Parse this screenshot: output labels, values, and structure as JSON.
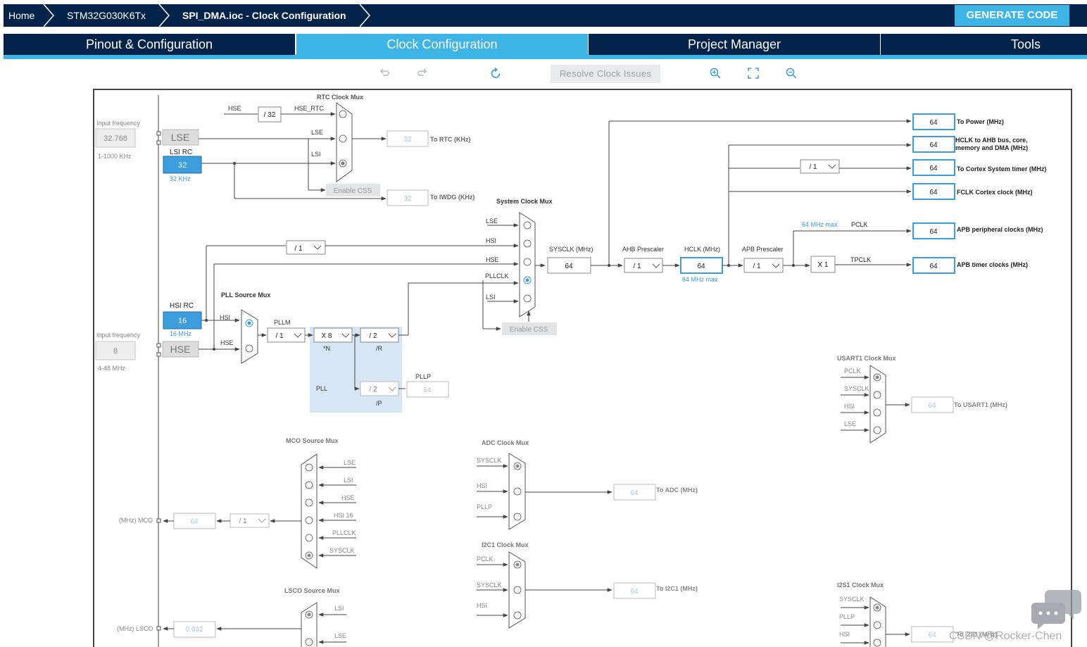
{
  "breadcrumb": {
    "home": "Home",
    "device": "STM32G030K6Tx",
    "page": "SPI_DMA.ioc - Clock Configuration"
  },
  "generate_button": "GENERATE CODE",
  "tabs": [
    {
      "label": "Pinout & Configuration"
    },
    {
      "label": "Clock Configuration"
    },
    {
      "label": "Project Manager"
    },
    {
      "label": "Tools"
    }
  ],
  "toolbar": {
    "resolve": "Resolve Clock Issues"
  },
  "diagram": {
    "lse_input": {
      "caption": "Input frequency",
      "value": "32.768",
      "range": "1-1000 KHz"
    },
    "hse_input": {
      "caption": "Input frequency",
      "value": "8",
      "range": "4-48 MHz"
    },
    "lse_box": "LSE",
    "hse_box": "HSE",
    "lsi": {
      "label": "LSI RC",
      "value": "32",
      "unit": "32 KHz"
    },
    "hsi": {
      "label": "HSI RC",
      "value": "16",
      "unit": "16 MHz"
    },
    "rtc": {
      "title": "RTC Clock Mux",
      "hse": "HSE",
      "div": "/ 32",
      "hse_rtc": "HSE_RTC",
      "lse": "LSE",
      "lsi": "LSI",
      "out": "32",
      "out_label": "To RTC (KHz)",
      "css": "Enable CSS",
      "iwdg": "32",
      "iwdg_label": "To IWDG (KHz)"
    },
    "sysmux": {
      "title": "System Clock Mux",
      "inputs": [
        "LSE",
        "HSI",
        "HSE",
        "PLLCLK",
        "LSI"
      ],
      "css": "Enable CSS",
      "hsi_div": "/ 1"
    },
    "pll": {
      "src_title": "PLL Source Mux",
      "hsi": "HSI",
      "hse": "HSE",
      "pllm_label": "PLLM",
      "pllm": "/ 1",
      "n": "X 8",
      "n_label": "*N",
      "r": "/ 2",
      "r_label": "/R",
      "p": "/ 2",
      "p_label": "/P",
      "pll_label": "PLL",
      "pllp_label": "PLLP",
      "pllp": "64"
    },
    "sysclk": {
      "label": "SYSCLK (MHz)",
      "value": "64"
    },
    "ahb": {
      "label": "AHB Prescaler",
      "value": "/ 1"
    },
    "hclk": {
      "label": "HCLK (MHz)",
      "value": "64",
      "max": "64 MHz max"
    },
    "apb": {
      "label": "APB Prescaler",
      "value": "/ 1",
      "max": "64 MHz max",
      "pclk": "PCLK",
      "x1": "X 1",
      "tpclk": "TPCLK"
    },
    "cortex_div": "/ 1",
    "outputs": [
      {
        "value": "64",
        "label": "To Power (MHz)"
      },
      {
        "value": "64",
        "label": "HCLK to AHB bus, core, memory and DMA (MHz)"
      },
      {
        "value": "64",
        "label": "To Cortex System timer (MHz)"
      },
      {
        "value": "64",
        "label": "FCLK Cortex clock (MHz)"
      },
      {
        "value": "64",
        "label": "APB peripheral clocks (MHz)"
      },
      {
        "value": "64",
        "label": "APB timer clocks (MHz)"
      }
    ],
    "mco": {
      "title": "MCO Source Mux",
      "inputs": [
        "LSE",
        "LSI",
        "HSE",
        "HSI 16",
        "PLLCLK",
        "SYSCLK"
      ],
      "div": "/ 1",
      "out": "64",
      "label": "(MHz) MCO"
    },
    "lsco": {
      "title": "LSCO Source Mux",
      "inputs": [
        "LSI",
        "LSE"
      ],
      "out": "0.032",
      "label": "(MHz) LSCO"
    },
    "adc": {
      "title": "ADC Clock Mux",
      "inputs": [
        "SYSCLK",
        "HSI",
        "PLLP"
      ],
      "out": "64",
      "label": "To ADC (MHz)"
    },
    "i2c1": {
      "title": "I2C1 Clock Mux",
      "inputs": [
        "PCLK",
        "SYSCLK",
        "HSI"
      ],
      "out": "64",
      "label": "To I2C1 (MHz)"
    },
    "usart1": {
      "title": "USART1 Clock Mux",
      "inputs": [
        "PCLK",
        "SYSCLK",
        "HSI",
        "LSE"
      ],
      "out": "64",
      "label": "To USART1 (MHz)"
    },
    "i2s1": {
      "title": "I2S1 Clock Mux",
      "inputs": [
        "SYSCLK",
        "PLLP",
        "HSI"
      ],
      "out": "64",
      "label": "To I2S1 (MHz)"
    }
  },
  "watermark": "CSDN @Rocker-Chen",
  "colors": {
    "navy": "#03234b",
    "accent": "#3cb4e6",
    "blue_box": "#3c9edc",
    "pll_bg": "#d6e6f5"
  }
}
